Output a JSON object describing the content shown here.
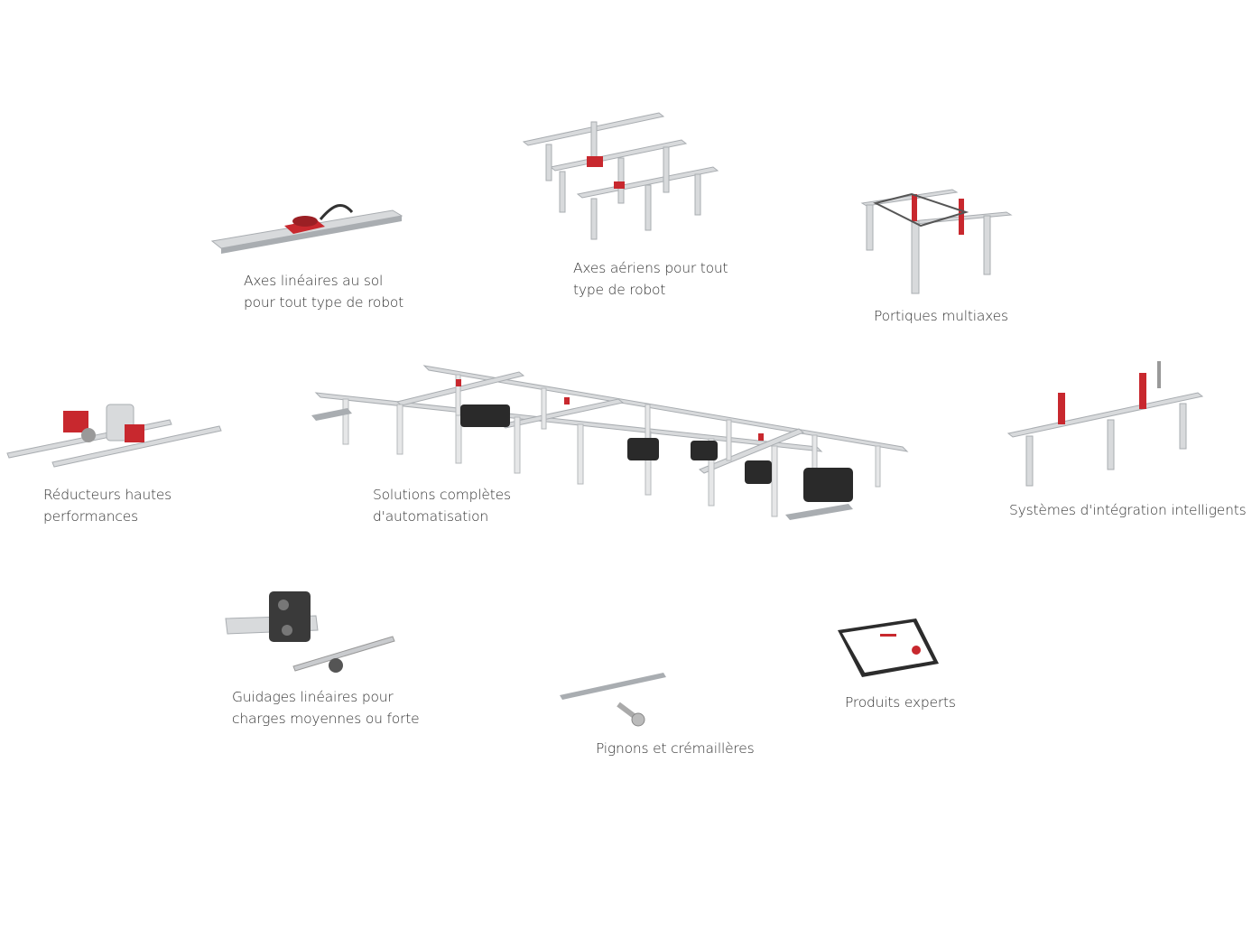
{
  "colors": {
    "metal": "#d8dadc",
    "metal_dark": "#a9adb1",
    "accent_red": "#c8282e",
    "rubber": "#222222",
    "text": "#333333"
  },
  "products": [
    {
      "id": "floor-axes",
      "lines": [
        "Axes linéaires au sol",
        "pour tout type de robot"
      ],
      "icon": "floor-linear-axis-icon"
    },
    {
      "id": "overhead-axes",
      "lines": [
        "Axes aériens pour tout",
        "type de robot"
      ],
      "icon": "overhead-axis-icon"
    },
    {
      "id": "gantries",
      "lines": [
        "Portiques multiaxes"
      ],
      "icon": "multiaxis-gantry-icon"
    },
    {
      "id": "gearboxes",
      "lines": [
        "Réducteurs hautes",
        "performances"
      ],
      "icon": "gearbox-icon"
    },
    {
      "id": "complete-solutions",
      "lines": [
        "Solutions complètes",
        "d'automatisation"
      ],
      "icon": "automation-cell-icon"
    },
    {
      "id": "integration-systems",
      "lines": [
        "Systèmes d'intégration intelligents"
      ],
      "icon": "integration-system-icon"
    },
    {
      "id": "linear-guides",
      "lines": [
        "Guidages linéaires pour",
        "charges moyennes ou forte"
      ],
      "icon": "linear-guide-icon"
    },
    {
      "id": "pinions-racks",
      "lines": [
        "Pignons et crémaillères"
      ],
      "icon": "pinion-rack-icon"
    },
    {
      "id": "expert-products",
      "lines": [
        "Produits experts"
      ],
      "icon": "tablet-software-icon"
    }
  ]
}
